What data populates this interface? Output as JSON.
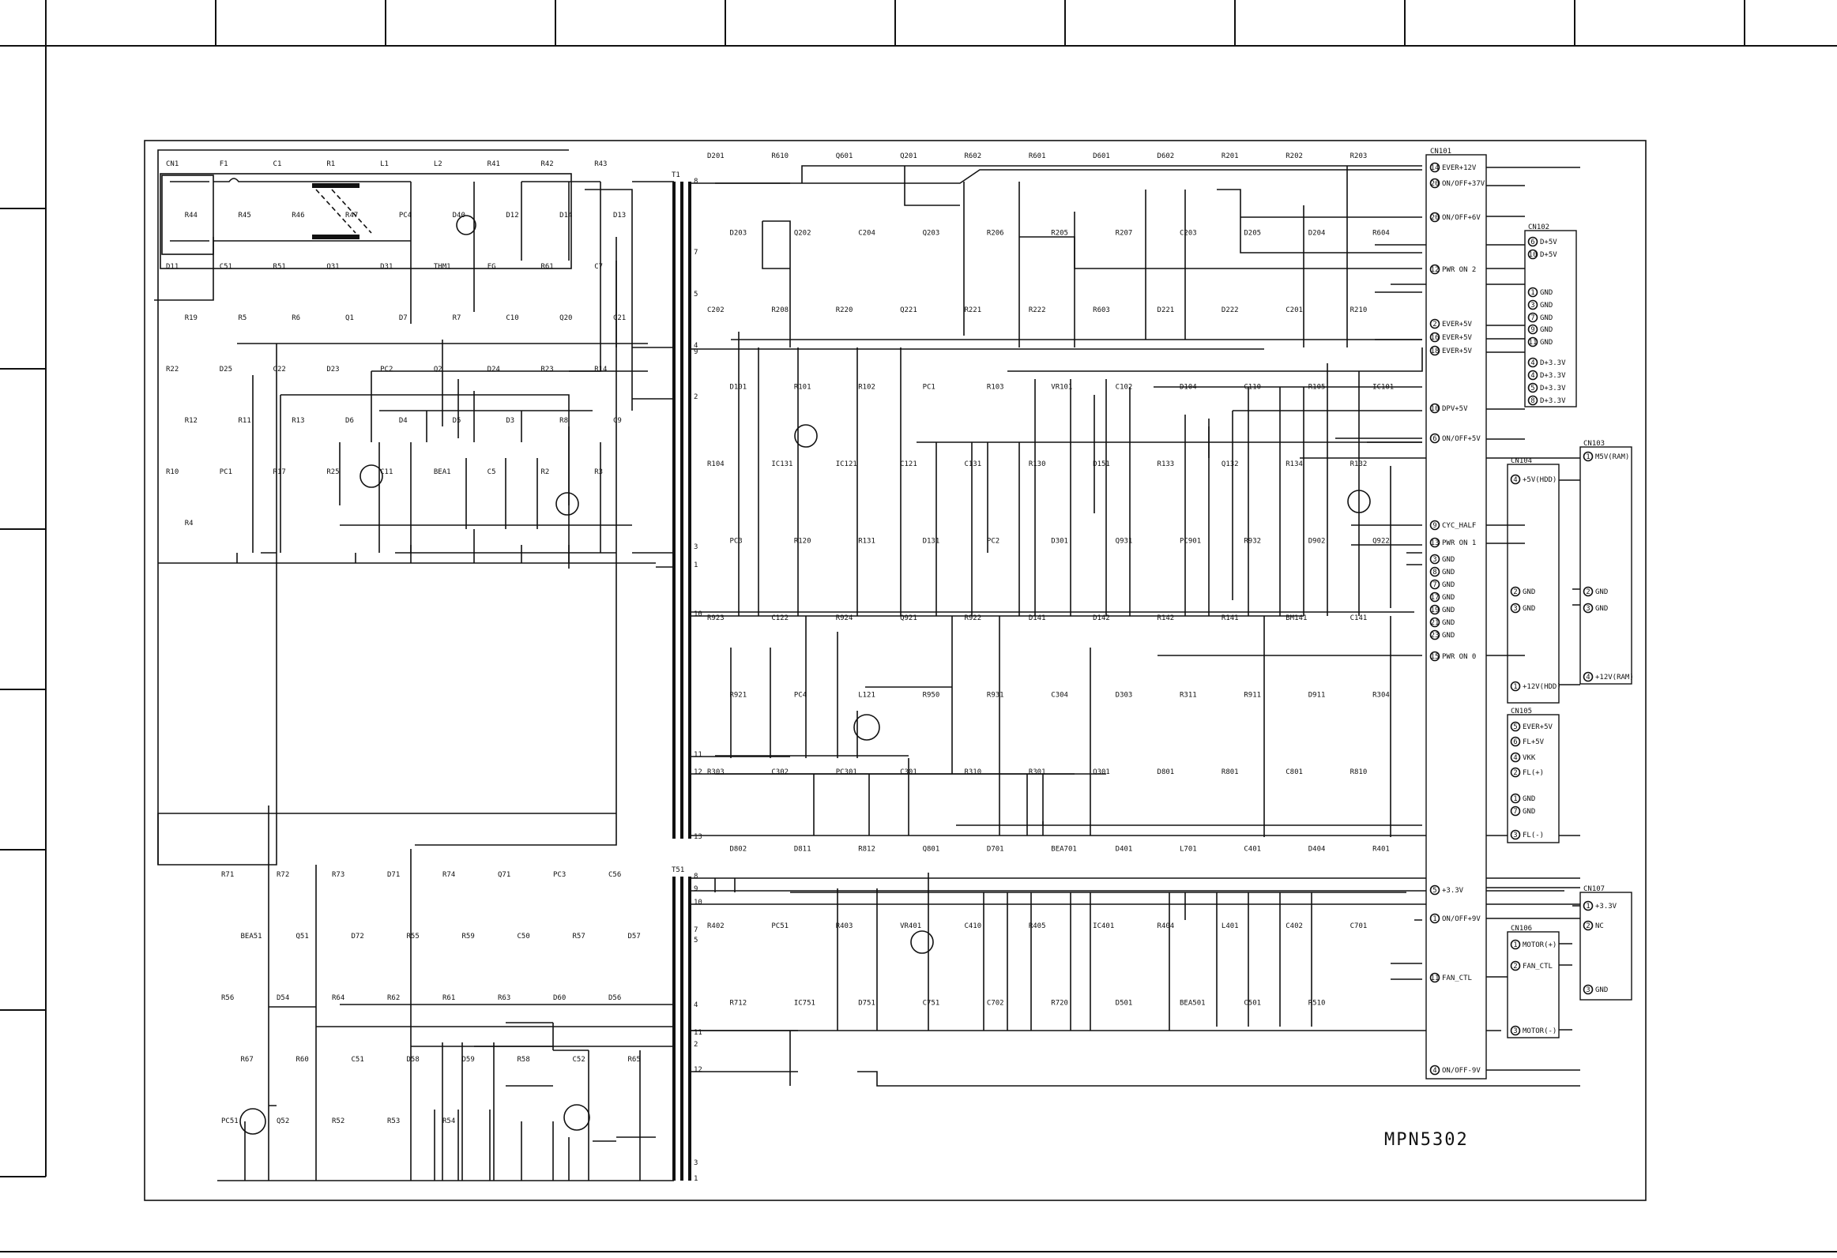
{
  "model": "MPN5302",
  "transformers": {
    "t1": "T1",
    "t51": "T51"
  },
  "t1_pins": [
    "8",
    "7",
    "5",
    "4",
    "9",
    "2",
    "3",
    "1",
    "10",
    "11",
    "12",
    "13"
  ],
  "t51_pins": [
    "8",
    "9",
    "10",
    "7",
    "5",
    "4",
    "2",
    "3",
    "1",
    "11",
    "12"
  ],
  "primary_parts": [
    "CN1",
    "F1",
    "C1",
    "R1",
    "L1",
    "L2",
    "R41",
    "R42",
    "R43",
    "R44",
    "R45",
    "R46",
    "R47",
    "PC4",
    "D40",
    "D12",
    "D14",
    "D13",
    "D11",
    "C51",
    "R51",
    "Q31",
    "D31",
    "THM1",
    "FG",
    "R61",
    "C7",
    "R19",
    "R5",
    "R6",
    "Q1",
    "D7",
    "R7",
    "C10",
    "Q20",
    "C21",
    "R22",
    "D25",
    "C22",
    "D23",
    "PC2",
    "Q2",
    "D24",
    "R23",
    "R14",
    "R12",
    "R11",
    "R13",
    "D6",
    "D4",
    "D5",
    "D3",
    "R8",
    "C9",
    "R10",
    "PC1",
    "R17",
    "R25",
    "C11",
    "BEA1",
    "C5",
    "R2",
    "R3",
    "R4"
  ],
  "secondary_parts": [
    "D201",
    "R610",
    "Q601",
    "Q201",
    "R602",
    "R601",
    "D601",
    "D602",
    "R201",
    "R202",
    "R203",
    "D203",
    "Q202",
    "C204",
    "Q203",
    "R206",
    "R205",
    "R207",
    "C203",
    "D205",
    "D204",
    "R604",
    "C202",
    "R208",
    "R220",
    "Q221",
    "R221",
    "R222",
    "R603",
    "D221",
    "D222",
    "C201",
    "R210",
    "D101",
    "R101",
    "R102",
    "PC1",
    "R103",
    "VR101",
    "C102",
    "D104",
    "C110",
    "R105",
    "IC101",
    "R104",
    "IC131",
    "IC121",
    "C121",
    "C131",
    "R130",
    "D151",
    "R133",
    "Q132",
    "R134",
    "R132",
    "PC3",
    "R120",
    "R131",
    "D131",
    "PC2",
    "D301",
    "Q931",
    "PC901",
    "R932",
    "D902",
    "Q922",
    "R923",
    "C122",
    "R924",
    "Q921",
    "R922",
    "D141",
    "D142",
    "R142",
    "R141",
    "BM141",
    "C141",
    "R921",
    "PC4",
    "L121",
    "R950",
    "R931",
    "C304",
    "D303",
    "R311",
    "R911",
    "D911",
    "R304",
    "R303",
    "C302",
    "PC301",
    "C301",
    "R310",
    "R301",
    "Q301",
    "D801",
    "R801",
    "C801",
    "R810",
    "D802",
    "D811",
    "R812",
    "Q801",
    "D701",
    "BEA701",
    "D401",
    "L701",
    "C401",
    "D404",
    "R401",
    "R402",
    "PC51",
    "R403",
    "VR401",
    "C410",
    "R405",
    "IC401",
    "R404",
    "L401",
    "C402",
    "C701",
    "R712",
    "IC751",
    "D751",
    "C751",
    "C702",
    "R720",
    "D501",
    "BEA501",
    "C501",
    "R510"
  ],
  "standby_parts": [
    "R71",
    "R72",
    "R73",
    "D71",
    "R74",
    "Q71",
    "PC3",
    "C56",
    "BEA51",
    "Q51",
    "D72",
    "R55",
    "R59",
    "C50",
    "R57",
    "D57",
    "R56",
    "D54",
    "R64",
    "R62",
    "R61",
    "R63",
    "D60",
    "D56",
    "R67",
    "R60",
    "C51",
    "D58",
    "D59",
    "R58",
    "C52",
    "R65",
    "PC51",
    "Q52",
    "R52",
    "R53",
    "R54"
  ],
  "connectors": {
    "cn101": {
      "name": "CN101",
      "pins": [
        {
          "n": "14",
          "label": "EVER+12V"
        },
        {
          "n": "20",
          "label": "ON/OFF+37V"
        },
        {
          "n": "20",
          "label": "ON/OFF+6V"
        },
        {
          "n": "12",
          "label": "PWR ON 2"
        },
        {
          "n": "2",
          "label": "EVER+5V"
        },
        {
          "n": "16",
          "label": "EVER+5V"
        },
        {
          "n": "18",
          "label": "EVER+5V"
        },
        {
          "n": "10",
          "label": "DPV+5V"
        },
        {
          "n": "6",
          "label": "ON/OFF+5V"
        },
        {
          "n": "9",
          "label": "CYC_HALF"
        },
        {
          "n": "13",
          "label": "PWR ON 1"
        },
        {
          "n": "3",
          "label": "GND"
        },
        {
          "n": "8",
          "label": "GND"
        },
        {
          "n": "7",
          "label": "GND"
        },
        {
          "n": "17",
          "label": "GND"
        },
        {
          "n": "19",
          "label": "GND"
        },
        {
          "n": "21",
          "label": "GND"
        },
        {
          "n": "23",
          "label": "GND"
        },
        {
          "n": "15",
          "label": "PWR ON 0"
        },
        {
          "n": "5",
          "label": "+3.3V"
        },
        {
          "n": "1",
          "label": "ON/OFF+9V"
        },
        {
          "n": "11",
          "label": "FAN_CTL"
        },
        {
          "n": "4",
          "label": "ON/OFF-9V"
        }
      ]
    },
    "cn102": {
      "name": "CN102",
      "pins": [
        {
          "n": "6",
          "label": "D+5V"
        },
        {
          "n": "10",
          "label": "D+5V"
        },
        {
          "n": "1",
          "label": "GND"
        },
        {
          "n": "3",
          "label": "GND"
        },
        {
          "n": "7",
          "label": "GND"
        },
        {
          "n": "9",
          "label": "GND"
        },
        {
          "n": "11",
          "label": "GND"
        },
        {
          "n": "4",
          "label": "D+3.3V"
        },
        {
          "n": "4",
          "label": "D+3.3V"
        },
        {
          "n": "5",
          "label": "D+3.3V"
        },
        {
          "n": "8",
          "label": "D+3.3V"
        }
      ]
    },
    "cn103": {
      "name": "CN103",
      "pins": [
        {
          "n": "1",
          "label": "M5V(RAM)"
        },
        {
          "n": "2",
          "label": "GND"
        },
        {
          "n": "3",
          "label": "GND"
        },
        {
          "n": "4",
          "label": "+12V(RAM)"
        }
      ]
    },
    "cn104": {
      "name": "CN104",
      "pins": [
        {
          "n": "4",
          "label": "+5V(HDD)"
        },
        {
          "n": "2",
          "label": "GND"
        },
        {
          "n": "3",
          "label": "GND"
        },
        {
          "n": "1",
          "label": "+12V(HDD)"
        }
      ]
    },
    "cn105": {
      "name": "CN105",
      "pins": [
        {
          "n": "5",
          "label": "EVER+5V"
        },
        {
          "n": "6",
          "label": "FL+5V"
        },
        {
          "n": "4",
          "label": "VKK"
        },
        {
          "n": "2",
          "label": "FL(+)"
        },
        {
          "n": "1",
          "label": "GND"
        },
        {
          "n": "7",
          "label": "GND"
        },
        {
          "n": "3",
          "label": "FL(-)"
        }
      ]
    },
    "cn106": {
      "name": "CN106",
      "pins": [
        {
          "n": "1",
          "label": "MOTOR(+)"
        },
        {
          "n": "2",
          "label": "FAN_CTL"
        },
        {
          "n": "3",
          "label": "MOTOR(-)"
        }
      ]
    },
    "cn107": {
      "name": "CN107",
      "pins": [
        {
          "n": "1",
          "label": "+3.3V"
        },
        {
          "n": "2",
          "label": "NC"
        },
        {
          "n": "3",
          "label": "GND"
        }
      ]
    }
  }
}
